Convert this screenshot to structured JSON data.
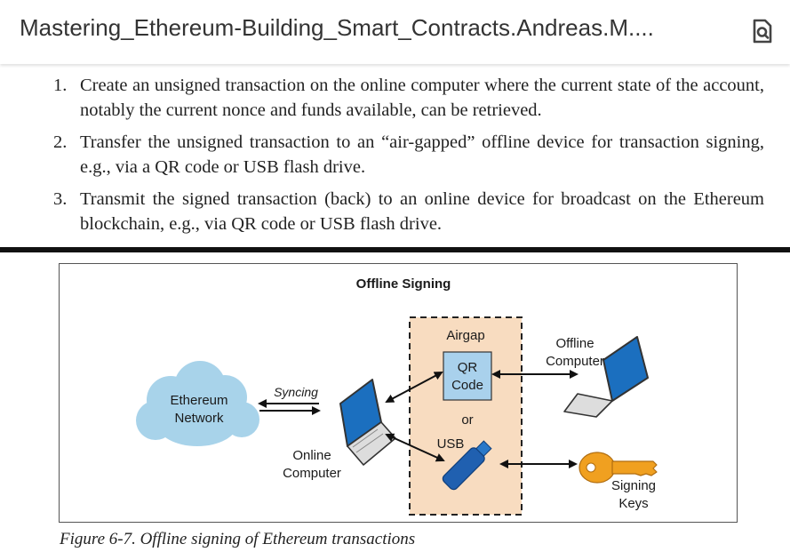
{
  "appbar": {
    "title": "Mastering_Ethereum-Building_Smart_Contracts.Andreas.M....",
    "search_icon": "search-in-document-icon"
  },
  "steps": [
    {
      "number": "1.",
      "text": "Create an unsigned transaction on the online computer where the current state of the account, notably the current nonce and funds available, can be retrieved."
    },
    {
      "number": "2.",
      "text": "Transfer the unsigned transaction to an “air-gapped” offline device for transaction signing, e.g., via a QR code or USB flash drive."
    },
    {
      "number": "3.",
      "text": "Transmit the signed transaction (back) to an online device for broadcast on the Ethereum blockchain, e.g., via QR code or USB flash drive."
    }
  ],
  "figure": {
    "title": "Offline Signing",
    "network_line1": "Ethereum",
    "network_line2": "Network",
    "syncing": "Syncing",
    "online_line1": "Online",
    "online_line2": "Computer",
    "airgap": "Airgap",
    "qr_line1": "QR",
    "qr_line2": "Code",
    "or": "or",
    "usb": "USB",
    "offline_line1": "Offline",
    "offline_line2": "Computer",
    "keys_line1": "Signing",
    "keys_line2": "Keys",
    "caption": "Figure 6-7. Offline signing of Ethereum transactions"
  },
  "colors": {
    "cloud": "#a8d3ea",
    "airgap_fill": "#f8dcc0",
    "qr_fill": "#a9d1ec",
    "laptop_screen": "#1b6fbf",
    "usb": "#2060b0",
    "key": "#f0a020"
  }
}
